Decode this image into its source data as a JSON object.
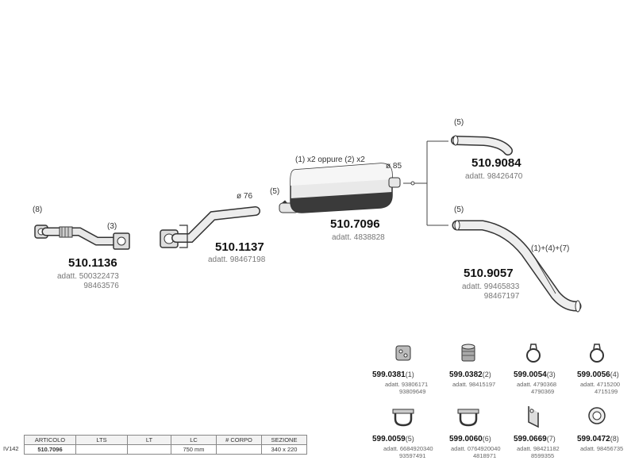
{
  "parts": {
    "p1136": {
      "code": "510.1136",
      "adatt": [
        "adatt. 500322473",
        "98463576"
      ],
      "note_a": "(8)",
      "note_b": "(3)"
    },
    "p1137": {
      "code": "510.1137",
      "adatt": [
        "adatt. 98467198"
      ],
      "diameter": "ø 76"
    },
    "p7096": {
      "code": "510.7096",
      "adatt": [
        "adatt. 4838828"
      ],
      "note_top": "(1) x2 oppure (2) x2",
      "note_left": "(5)",
      "diameter": "ø 85"
    },
    "p9084": {
      "code": "510.9084",
      "adatt": [
        "adatt. 98426470"
      ],
      "note": "(5)"
    },
    "p9057": {
      "code": "510.9057",
      "adatt": [
        "adatt. 99465833",
        "98467197"
      ],
      "note": "(5)",
      "note_side": "(1)+(4)+(7)"
    }
  },
  "accessories": [
    {
      "code": "599.0381",
      "idx": "(1)",
      "adatt": [
        "adatt. 93806171",
        "93809649"
      ],
      "icon": "rubber-hanger-icon"
    },
    {
      "code": "599.0382",
      "idx": "(2)",
      "adatt": [
        "adatt. 98415197"
      ],
      "icon": "cylinder-mount-icon"
    },
    {
      "code": "599.0054",
      "idx": "(3)",
      "adatt": [
        "adatt. 4790368",
        "4790369"
      ],
      "icon": "clamp-ring-icon"
    },
    {
      "code": "599.0056",
      "idx": "(4)",
      "adatt": [
        "adatt. 4715200",
        "4715199"
      ],
      "icon": "clamp-ring-icon"
    },
    {
      "code": "599.0059",
      "idx": "(5)",
      "adatt": [
        "adatt. 6684920340",
        "93597491"
      ],
      "icon": "u-clamp-icon"
    },
    {
      "code": "599.0060",
      "idx": "(6)",
      "adatt": [
        "adatt. 0764920040",
        "4818971"
      ],
      "icon": "u-clamp-icon"
    },
    {
      "code": "599.0669",
      "idx": "(7)",
      "adatt": [
        "adatt. 98421182",
        "8599355"
      ],
      "icon": "bracket-icon"
    },
    {
      "code": "599.0472",
      "idx": "(8)",
      "adatt": [
        "adatt. 98456735"
      ],
      "icon": "gasket-icon"
    }
  ],
  "table": {
    "row_label": "IV142",
    "headers": [
      "ARTICOLO",
      "LTS",
      "LT",
      "LC",
      "# CORPO",
      "SEZIONE"
    ],
    "row": [
      "510.7096",
      "",
      "",
      "750 mm",
      "",
      "340 x 220"
    ]
  }
}
